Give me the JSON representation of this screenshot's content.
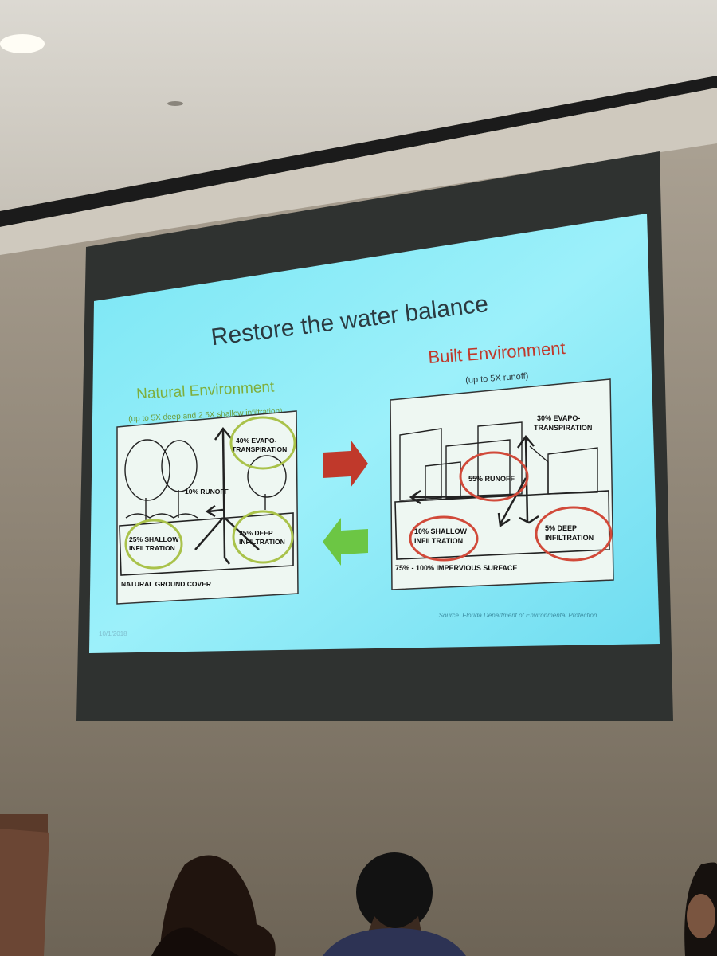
{
  "slide": {
    "title": "Restore the water balance",
    "natural": {
      "heading": "Natural Environment",
      "subheading": "(up to 5X deep and 2.5X shallow infiltration)",
      "labels": {
        "evapo_line1": "40% EVAPO-",
        "evapo_line2": "TRANSPIRATION",
        "runoff": "10% RUNOFF",
        "shallow_line1": "25% SHALLOW",
        "shallow_line2": "INFILTRATION",
        "deep_line1": "25% DEEP",
        "deep_line2": "INFILTRATION",
        "ground": "NATURAL GROUND COVER"
      }
    },
    "built": {
      "heading": "Built Environment",
      "subheading": "(up to 5X runoff)",
      "labels": {
        "evapo_line1": "30% EVAPO-",
        "evapo_line2": "TRANSPIRATION",
        "runoff": "55% RUNOFF",
        "shallow_line1": "10% SHALLOW",
        "shallow_line2": "INFILTRATION",
        "deep_line1": "5% DEEP",
        "deep_line2": "INFILTRATION",
        "surface": "75% - 100% IMPERVIOUS SURFACE"
      }
    },
    "source": "Source: Florida Department of Environmental Protection",
    "date": "10/1/2018"
  },
  "colors": {
    "slide_bg": "#6fe0f2",
    "title_text": "#2c3a40",
    "natural_heading": "#7fae3c",
    "built_heading": "#c0392b",
    "arrow_red": "#c0392b",
    "arrow_green": "#6cc644",
    "circle_green": "#a9c24a",
    "circle_red": "#d14a3a"
  }
}
